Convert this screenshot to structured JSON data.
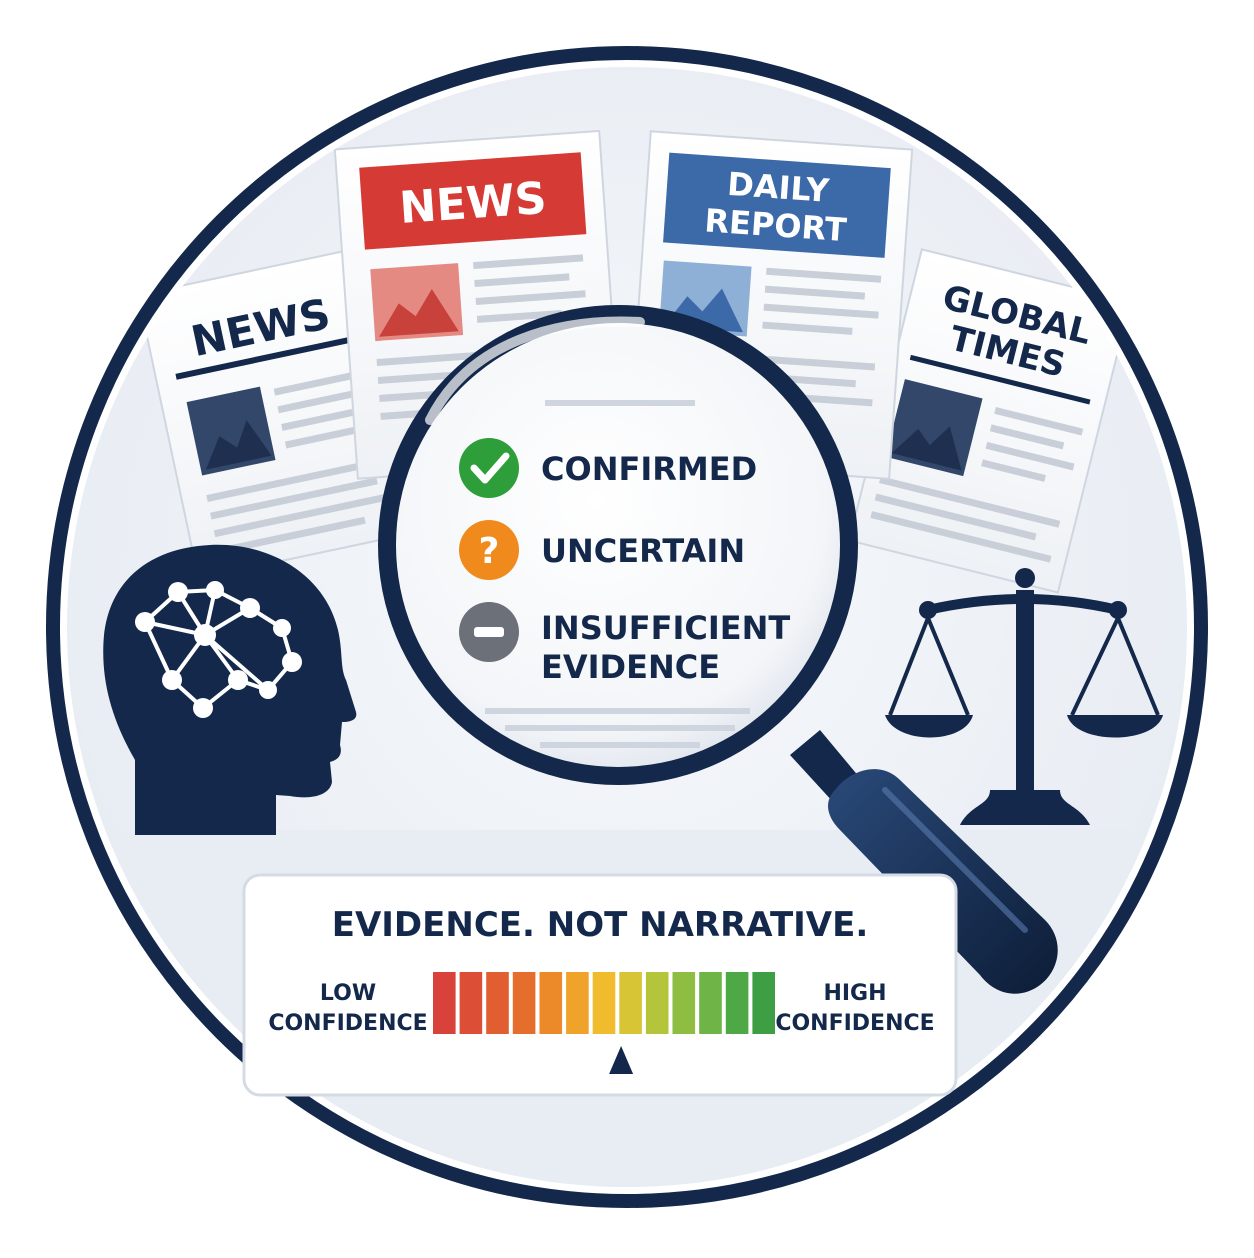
{
  "newspapers": {
    "left": {
      "masthead": "NEWS"
    },
    "center_left": {
      "masthead": "NEWS"
    },
    "center_right": {
      "masthead_line1": "DAILY",
      "masthead_line2": "REPORT"
    },
    "right": {
      "masthead_line1": "GLOBAL",
      "masthead_line2": "TIMES"
    }
  },
  "lens": {
    "statuses": [
      {
        "label": "CONFIRMED",
        "icon": "check-icon",
        "color": "#2e9e3a"
      },
      {
        "label": "UNCERTAIN",
        "icon": "question-icon",
        "color": "#f08a1c"
      },
      {
        "label_line1": "INSUFFICIENT",
        "label_line2": "EVIDENCE",
        "icon": "minus-icon",
        "color": "#6b7079"
      }
    ]
  },
  "banner": {
    "title": "EVIDENCE. NOT NARRATIVE.",
    "low_line1": "LOW",
    "low_line2": "CONFIDENCE",
    "high_line1": "HIGH",
    "high_line2": "CONFIDENCE",
    "meter_colors": [
      "#d8423a",
      "#dc4e35",
      "#e05e30",
      "#e66e2c",
      "#ec8a2a",
      "#f0a32a",
      "#f1bb2e",
      "#d8c536",
      "#b4c53c",
      "#8ebd42",
      "#6eb446",
      "#4fa846",
      "#3d9e44"
    ],
    "marker_level": 0.55
  },
  "colors": {
    "navy": "#13284a",
    "news_red": "#d53a35",
    "report_blue": "#3c6aa8"
  }
}
